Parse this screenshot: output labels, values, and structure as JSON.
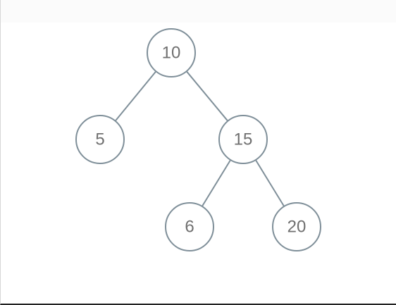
{
  "diagram": {
    "type": "binary-tree",
    "colors": {
      "stroke": "#7f8f99",
      "fill": "#ffffff",
      "text": "#6f6f6f"
    },
    "nodes": [
      {
        "id": "n10",
        "label": "10"
      },
      {
        "id": "n5",
        "label": "5"
      },
      {
        "id": "n15",
        "label": "15"
      },
      {
        "id": "n6",
        "label": "6"
      },
      {
        "id": "n20",
        "label": "20"
      }
    ],
    "edges": [
      {
        "from": "n10",
        "to": "n5"
      },
      {
        "from": "n10",
        "to": "n15"
      },
      {
        "from": "n15",
        "to": "n6"
      },
      {
        "from": "n15",
        "to": "n20"
      }
    ]
  }
}
